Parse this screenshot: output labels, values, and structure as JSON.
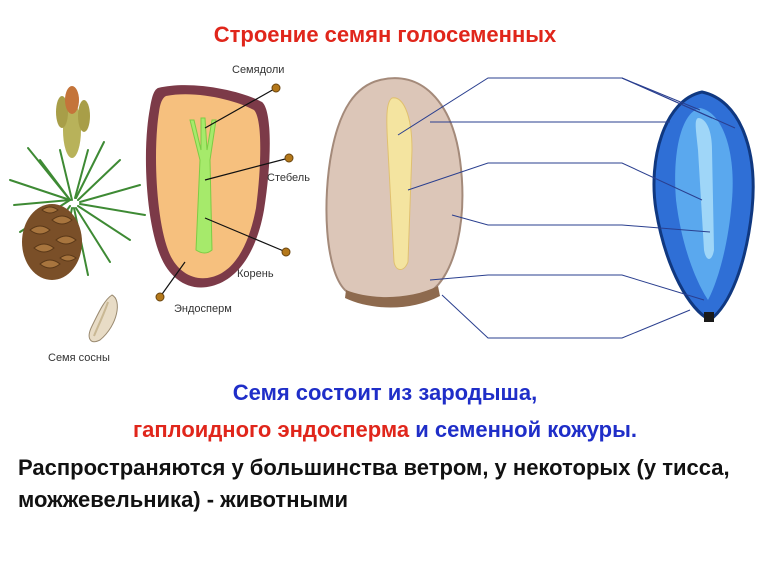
{
  "title": "Строение семян голосеменных",
  "labels": {
    "cotyledons": "Семядоли",
    "stem": "Стебель",
    "root": "Корень",
    "endosperm": "Эндосперм",
    "pine_seed": "Семя сосны"
  },
  "statement": {
    "line1": "Семя состоит из зародыша,",
    "line2_red": "гаплоидного эндосперма",
    "line2_blue": " и семенной кожуры."
  },
  "description": "Распространяются у большинства  ветром, у некоторых (у тисса, можжевельника) - животными",
  "colors": {
    "title": "#e0261b",
    "blue_text": "#1f2ec8",
    "endosperm_fill": "#f6c07e",
    "seed_coat": "#7c3a48",
    "embryo": "#a6ea6b",
    "marker": "#b4781a",
    "seed_blue": "#2f6fd6"
  }
}
